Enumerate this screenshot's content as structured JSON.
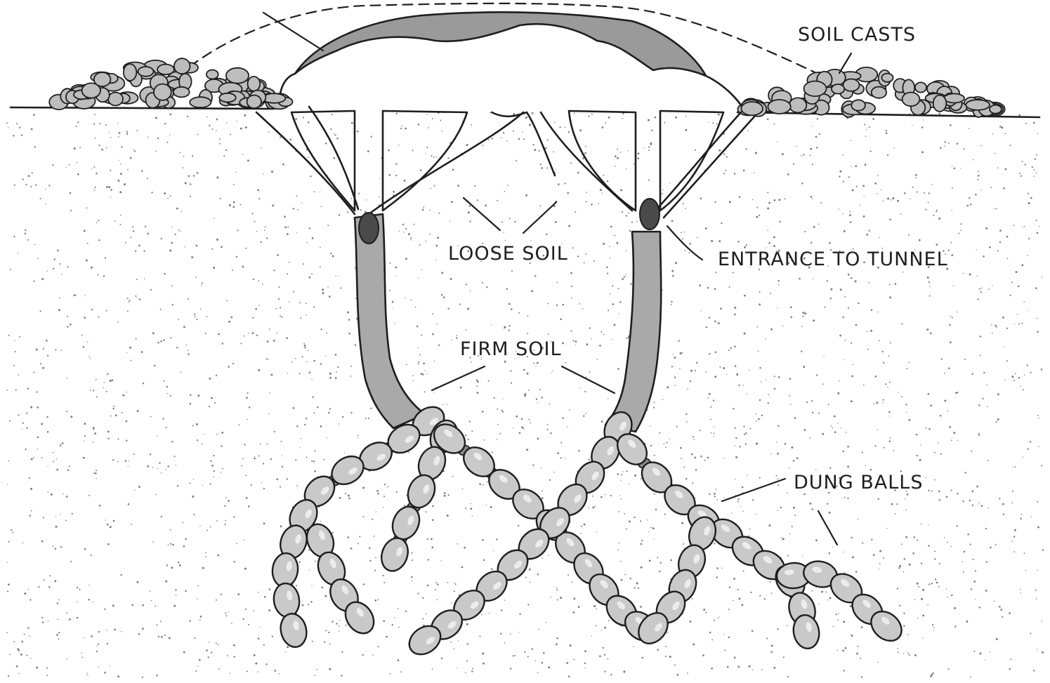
{
  "labels": {
    "soil_casts": "SOIL CASTS",
    "loose_soil": "LOOSE SOIL",
    "entrance_to_tunnel": "ENTRANCE TO TUNNEL",
    "firm_soil": "FIRM SOIL",
    "dung_balls": "DUNG BALLS"
  },
  "colors": {
    "ink": "#1e1e1e",
    "paper": "#ffffff",
    "stipple": "#7a7a7a",
    "shading": "#a9a9a9"
  }
}
